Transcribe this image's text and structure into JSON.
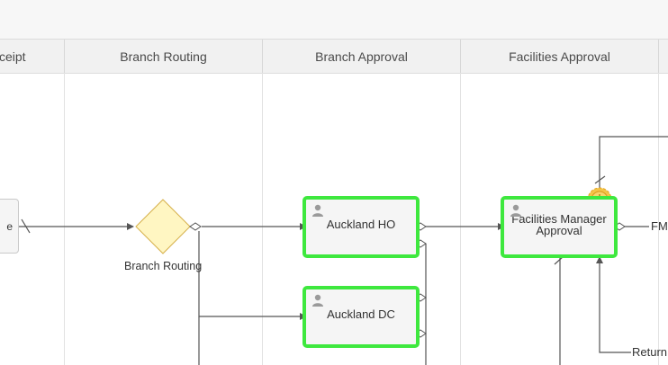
{
  "lanes": [
    {
      "label": "ceipt"
    },
    {
      "label": "Branch Routing"
    },
    {
      "label": "Branch Approval"
    },
    {
      "label": "Facilities Approval"
    }
  ],
  "nodes": {
    "partial_task": "e",
    "gateway_label": "Branch Routing",
    "auckland_ho": "Auckland HO",
    "auckland_dc": "Auckland DC",
    "facilities_line1": "Facilities Manager",
    "facilities_line2": "Approval"
  },
  "flow_labels": {
    "fm": "FM",
    "return": "Return"
  },
  "colors": {
    "highlight": "#3ee83e",
    "gateway_fill": "#fff6c2",
    "timer": "#f3c447"
  }
}
